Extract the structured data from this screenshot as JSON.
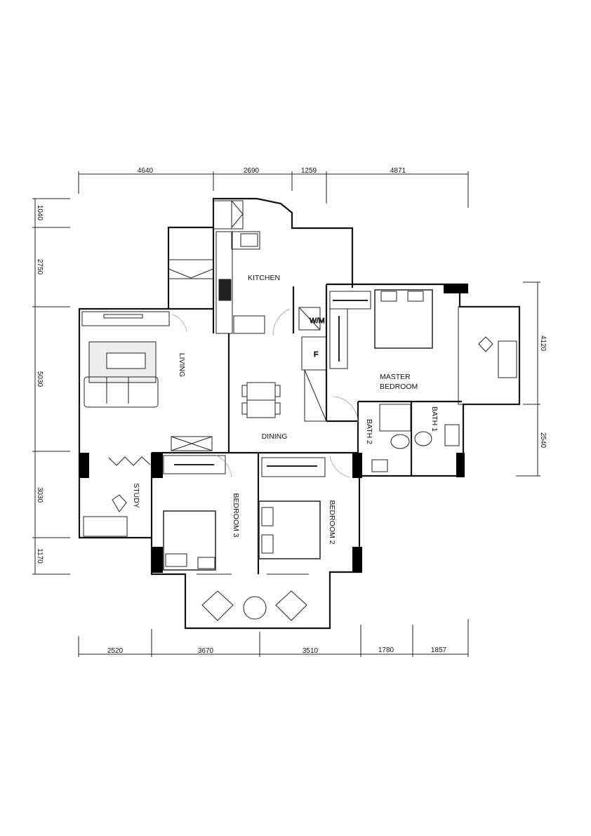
{
  "plan": {
    "rooms": {
      "kitchen": "KITCHEN",
      "living": "LIVING",
      "dining": "DINING",
      "master_bedroom_line1": "MASTER",
      "master_bedroom_line2": "BEDROOM",
      "bath1": "BATH 1",
      "bath2": "BATH 2",
      "study": "STUDY",
      "bedroom2": "BEDROOM 2",
      "bedroom3": "BEDROOM 3",
      "fridge": "F",
      "washer": "W/M"
    },
    "dimensions": {
      "top": [
        "4640",
        "2690",
        "1259",
        "4871"
      ],
      "left": [
        "1040",
        "2750",
        "5030",
        "3030",
        "1170"
      ],
      "right": [
        "4120",
        "2540"
      ],
      "bottom": [
        "2520",
        "3670",
        "3510",
        "1780",
        "1857"
      ]
    }
  }
}
